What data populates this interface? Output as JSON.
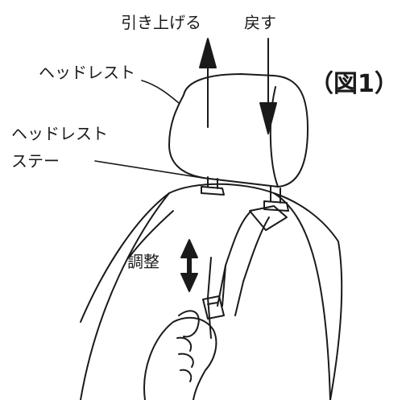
{
  "labels": {
    "pull_up": "引き上げる",
    "push_back": "戻す",
    "headrest": "ヘッドレスト",
    "headrest_stay_line1": "ヘッドレスト",
    "headrest_stay_line2": "ステー",
    "adjust": "調整",
    "figure_number": "（図1）"
  },
  "colors": {
    "ink": "#1a1a1a",
    "background": "#ffffff"
  }
}
